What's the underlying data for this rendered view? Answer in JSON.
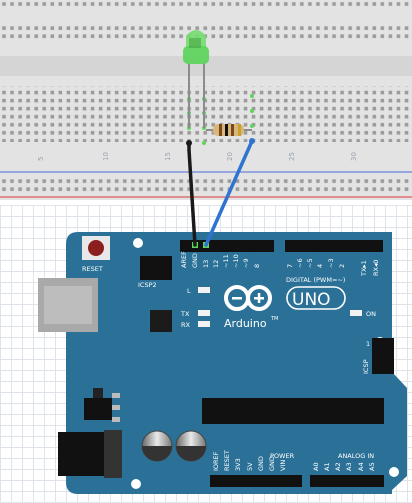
{
  "breadboard": {
    "column_numbers": [
      "5",
      "10",
      "15",
      "20",
      "25",
      "30"
    ]
  },
  "arduino": {
    "brand": "Arduino",
    "tm": "TM",
    "model": "UNO",
    "reset_label": "RESET",
    "icsp2_label": "ICSP2",
    "icsp_label": "ICSP",
    "on_label": "ON",
    "l_label": "L",
    "tx_label": "TX",
    "rx_label": "RX",
    "digital_label": "DIGITAL (PWM=~)",
    "power_label": "POWER",
    "analog_label": "ANALOG IN",
    "icsp_pin1": "1",
    "top_pins": [
      "AREF",
      "GND",
      "13",
      "12",
      "~11",
      "~10",
      "~9",
      "8",
      "7",
      "~6",
      "~5",
      "4",
      "~3",
      "2",
      "TX▸1",
      "RX◂0"
    ],
    "power_pins": [
      "IOREF",
      "RESET",
      "3V3",
      "5V",
      "GND",
      "GND",
      "VIN"
    ],
    "analog_pins": [
      "A0",
      "A1",
      "A2",
      "A3",
      "A4",
      "A5"
    ]
  },
  "components": {
    "led_color": "#5fd45f",
    "wire_gnd_color": "#1a1a1a",
    "wire_signal_color": "#2f74d0",
    "board_color": "#2b7197"
  }
}
